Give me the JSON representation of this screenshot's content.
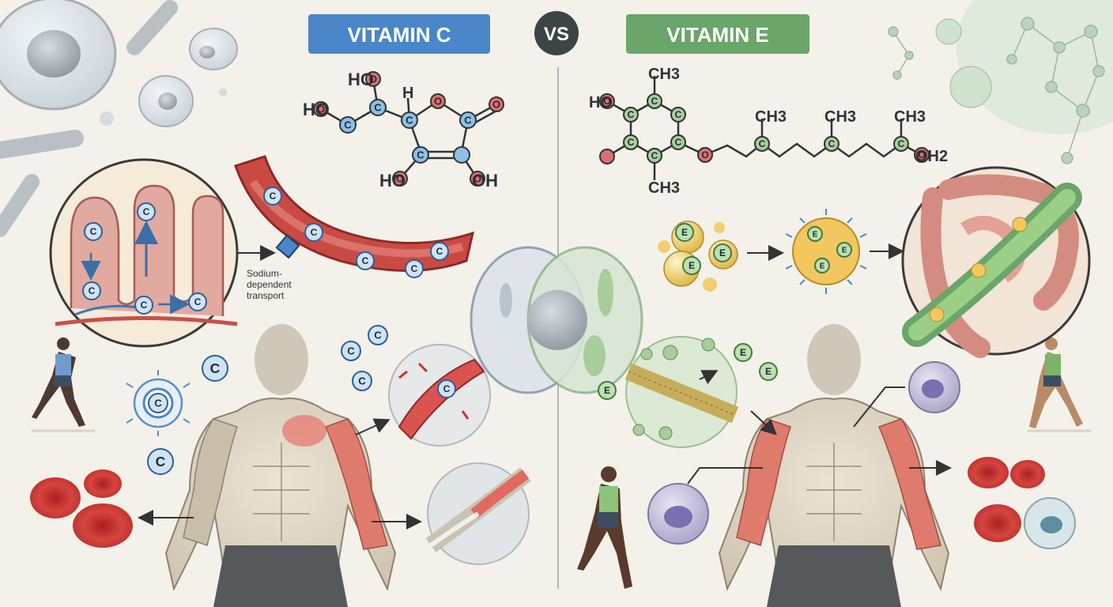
{
  "header": {
    "left_title": "VITAMIN C",
    "vs_label": "VS",
    "right_title": "VITAMIN E"
  },
  "colors": {
    "vitamin_c_blue": "#4a86c8",
    "vitamin_e_green": "#6aa56a",
    "vs_dark": "#3d4446",
    "muscle_red": "#d9534f",
    "rbc_red": "#c9302c",
    "background": "#f4f1ea"
  },
  "molecules": {
    "vitamin_c": {
      "labels": [
        "HO",
        "HO",
        "H",
        "HO",
        "OH"
      ],
      "atom_letters": [
        "O",
        "C",
        "C",
        "C",
        "C",
        "C",
        "O",
        "O",
        "O",
        "O",
        "O"
      ]
    },
    "vitamin_e": {
      "labels": [
        "CH3",
        "HO",
        "CH3",
        "CH3",
        "CH3",
        "CH3",
        "OH2"
      ],
      "atom_letters": [
        "O",
        "C",
        "C",
        "C",
        "C",
        "C",
        "C",
        "O",
        "C",
        "C",
        "C",
        "O"
      ]
    }
  },
  "annotations": {
    "transport_line1": "Sodium-",
    "transport_line2": "dependent",
    "transport_line3": "transport"
  },
  "markers": {
    "c_letter": "C",
    "e_letter": "E"
  },
  "icons": [
    "runner-icon",
    "cell-icon",
    "red-blood-cell-icon",
    "muscle-icon",
    "intestine-icon",
    "immune-cell-icon",
    "micelle-icon",
    "membrane-icon"
  ]
}
